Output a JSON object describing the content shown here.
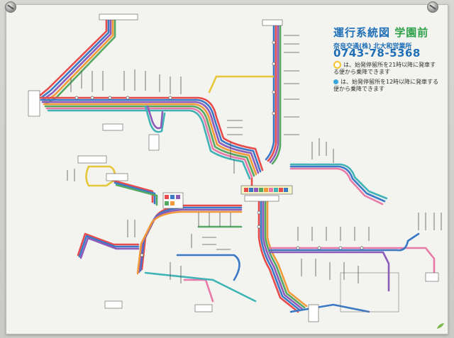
{
  "header": {
    "title_main": "運行系統図",
    "title_station": "学園前",
    "company": "奈良交通(株) 北大和営業所",
    "phone": "0743-78-5368"
  },
  "notes": [
    {
      "color": "#f2c32d",
      "text": "は、始発停留所を21時以降に発車する便から乗降できます"
    },
    {
      "color": "#3aa6d9",
      "text": "は、始発停留所を12時以降に発車する便から乗降できます"
    }
  ],
  "colors": {
    "red": "#e74b4b",
    "blue": "#3b79c7",
    "purple": "#8d5bb8",
    "orange": "#f29a3a",
    "green": "#54a864",
    "pink": "#e879a9",
    "teal": "#3fb3b6",
    "yellow": "#e5c83a",
    "navy": "#2c4a8c",
    "gray": "#8b8b8b"
  }
}
